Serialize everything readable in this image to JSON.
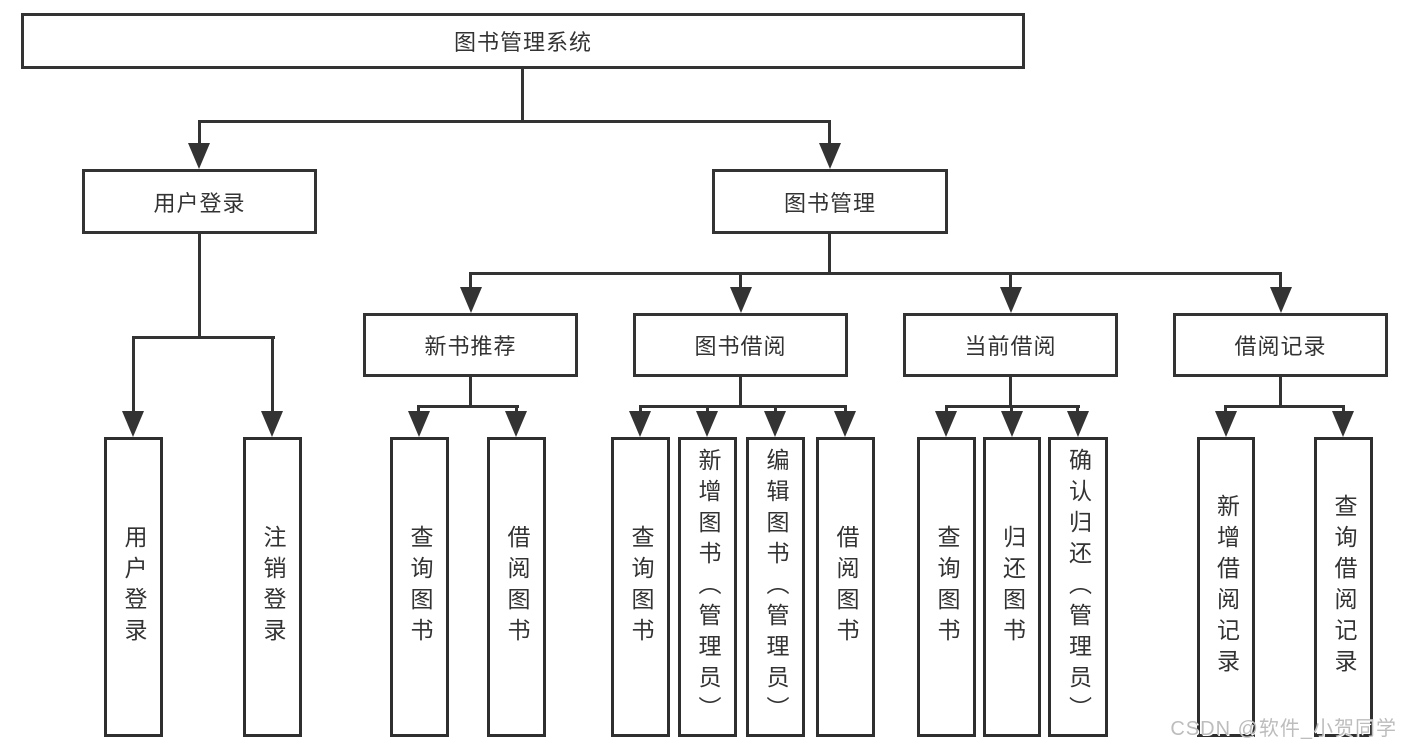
{
  "diagram": {
    "root": {
      "label": "图书管理系统"
    },
    "level2": [
      {
        "label": "用户登录"
      },
      {
        "label": "图书管理"
      }
    ],
    "level3": [
      {
        "label": "新书推荐"
      },
      {
        "label": "图书借阅"
      },
      {
        "label": "当前借阅"
      },
      {
        "label": "借阅记录"
      }
    ],
    "leaves": [
      {
        "label": "用户登录"
      },
      {
        "label": "注销登录"
      },
      {
        "label": "查询图书"
      },
      {
        "label": "借阅图书"
      },
      {
        "label": "查询图书"
      },
      {
        "label": "新增图书（管理员）"
      },
      {
        "label": "编辑图书（管理员）"
      },
      {
        "label": "借阅图书"
      },
      {
        "label": "查询图书"
      },
      {
        "label": "归还图书"
      },
      {
        "label": "确认归还（管理员）"
      },
      {
        "label": "新增借阅记录"
      },
      {
        "label": "查询借阅记录"
      }
    ]
  },
  "watermark": {
    "text": "CSDN @软件_小贺同学"
  },
  "colors": {
    "line": "#333333",
    "text": "#333333",
    "background": "#ffffff",
    "watermark": "#bdbdbd"
  }
}
